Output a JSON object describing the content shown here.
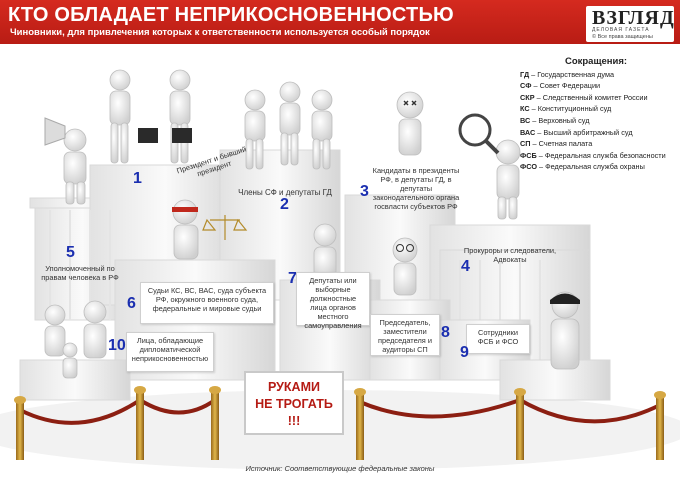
{
  "header": {
    "title": "КТО ОБЛАДАЕТ НЕПРИКОСНОВЕННОСТЬЮ",
    "subtitle": "Чиновники, для привлечения которых к ответственности используется особый порядок"
  },
  "logo": {
    "name": "ВЗГЛЯД",
    "tagline": "ДЕЛОВАЯ ГАЗЕТА",
    "rights": "© Все права защищены"
  },
  "abbreviations": {
    "title": "Сокращения:",
    "items": [
      {
        "abbr": "ГД",
        "text": " – Государственная дума"
      },
      {
        "abbr": "СФ",
        "text": " – Совет Федерации"
      },
      {
        "abbr": "СКР",
        "text": " – Следственный комитет России"
      },
      {
        "abbr": "КС",
        "text": " – Конституционный суд"
      },
      {
        "abbr": "ВС",
        "text": " – Верховный суд"
      },
      {
        "abbr": "ВАС",
        "text": " – Высший арбитражный суд"
      },
      {
        "abbr": "СП",
        "text": " – Счетная палата"
      },
      {
        "abbr": "ФСБ",
        "text": " – Федеральная служба безопасности"
      },
      {
        "abbr": "ФСО",
        "text": " – Федеральная служба охраны"
      }
    ]
  },
  "categories": [
    {
      "num": "1",
      "label": "Президент и бывший президент"
    },
    {
      "num": "2",
      "label": "Члены СФ и депутаты ГД"
    },
    {
      "num": "3",
      "label": "Кандидаты в президенты РФ, в депутаты ГД, в депутаты законодательного органа госвласти субъектов РФ"
    },
    {
      "num": "4",
      "label": "Прокуроры и следователи, Адвокаты"
    },
    {
      "num": "5",
      "label": "Уполномоченный по правам человека в РФ"
    },
    {
      "num": "6",
      "label": "Судьи КС, ВС, ВАС, суда субъекта РФ, окружного военного суда, федеральные и мировые судьи"
    },
    {
      "num": "7",
      "label": "Депутаты или выборные должностные лица органов местного самоуправления"
    },
    {
      "num": "8",
      "label": "Председатель, заместители председателя и аудиторы СП"
    },
    {
      "num": "9",
      "label": "Сотрудники ФСБ и ФСО"
    },
    {
      "num": "10",
      "label": "Лица, обладающие дипломатической неприкосновенностью"
    }
  ],
  "sign": {
    "line1": "РУКАМИ",
    "line2": "НЕ ТРОГАТЬ",
    "line3": "!!!"
  },
  "source": "Источник: Соответствующие федеральные законы",
  "colors": {
    "header": "#c8231a",
    "number": "#1b2fb0",
    "sign_text": "#b51b14",
    "rope": "#8c1f12",
    "post": "#c4942f"
  }
}
